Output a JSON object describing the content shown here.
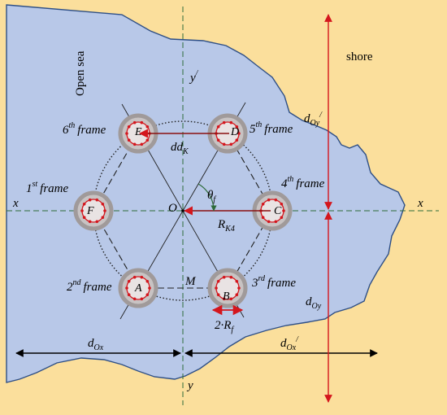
{
  "colors": {
    "shore": "#fbdf9c",
    "sea": "#b8c8e8",
    "coast_line": "#2e4f86",
    "accent_red": "#d4161d",
    "axis_green": "#2e6b3a",
    "ring_gray": "#a09a9a",
    "line_dark": "#1f1f1f"
  },
  "labels": {
    "open_sea": "Open sea",
    "shore": "shore",
    "origin": "O",
    "mid_point": "M",
    "axis_x": "x",
    "axis_y": "y",
    "y_prime": "/",
    "x_prime": "/",
    "theta": "θ",
    "theta_sub": "f",
    "dd": "dd",
    "dd_sub": "K",
    "r_k4": "R",
    "r_k4_sub": "K4",
    "two_rf": "2·R",
    "two_rf_sub": "f",
    "d_ox": "d",
    "d_ox_sub": "Ox",
    "d_ox_prime": "d",
    "d_ox_prime_sub": "Ox",
    "d_ox_prime_mark": "/",
    "d_oy": "d",
    "d_oy_sub": "Oy",
    "d_oy_prime": "d",
    "d_oy_prime_sub": "Oy",
    "d_oy_prime_mark": "/"
  },
  "frames": [
    {
      "node": "A",
      "num": "2",
      "sup": "nd",
      "word": "frame"
    },
    {
      "node": "B",
      "num": "3",
      "sup": "rd",
      "word": "frame"
    },
    {
      "node": "C",
      "num": "4",
      "sup": "th",
      "word": "frame"
    },
    {
      "node": "D",
      "num": "5",
      "sup": "th",
      "word": "frame"
    },
    {
      "node": "E",
      "num": "6",
      "sup": "th",
      "word": "frame"
    },
    {
      "node": "F",
      "num": "1",
      "sup": "st",
      "word": "frame"
    }
  ]
}
